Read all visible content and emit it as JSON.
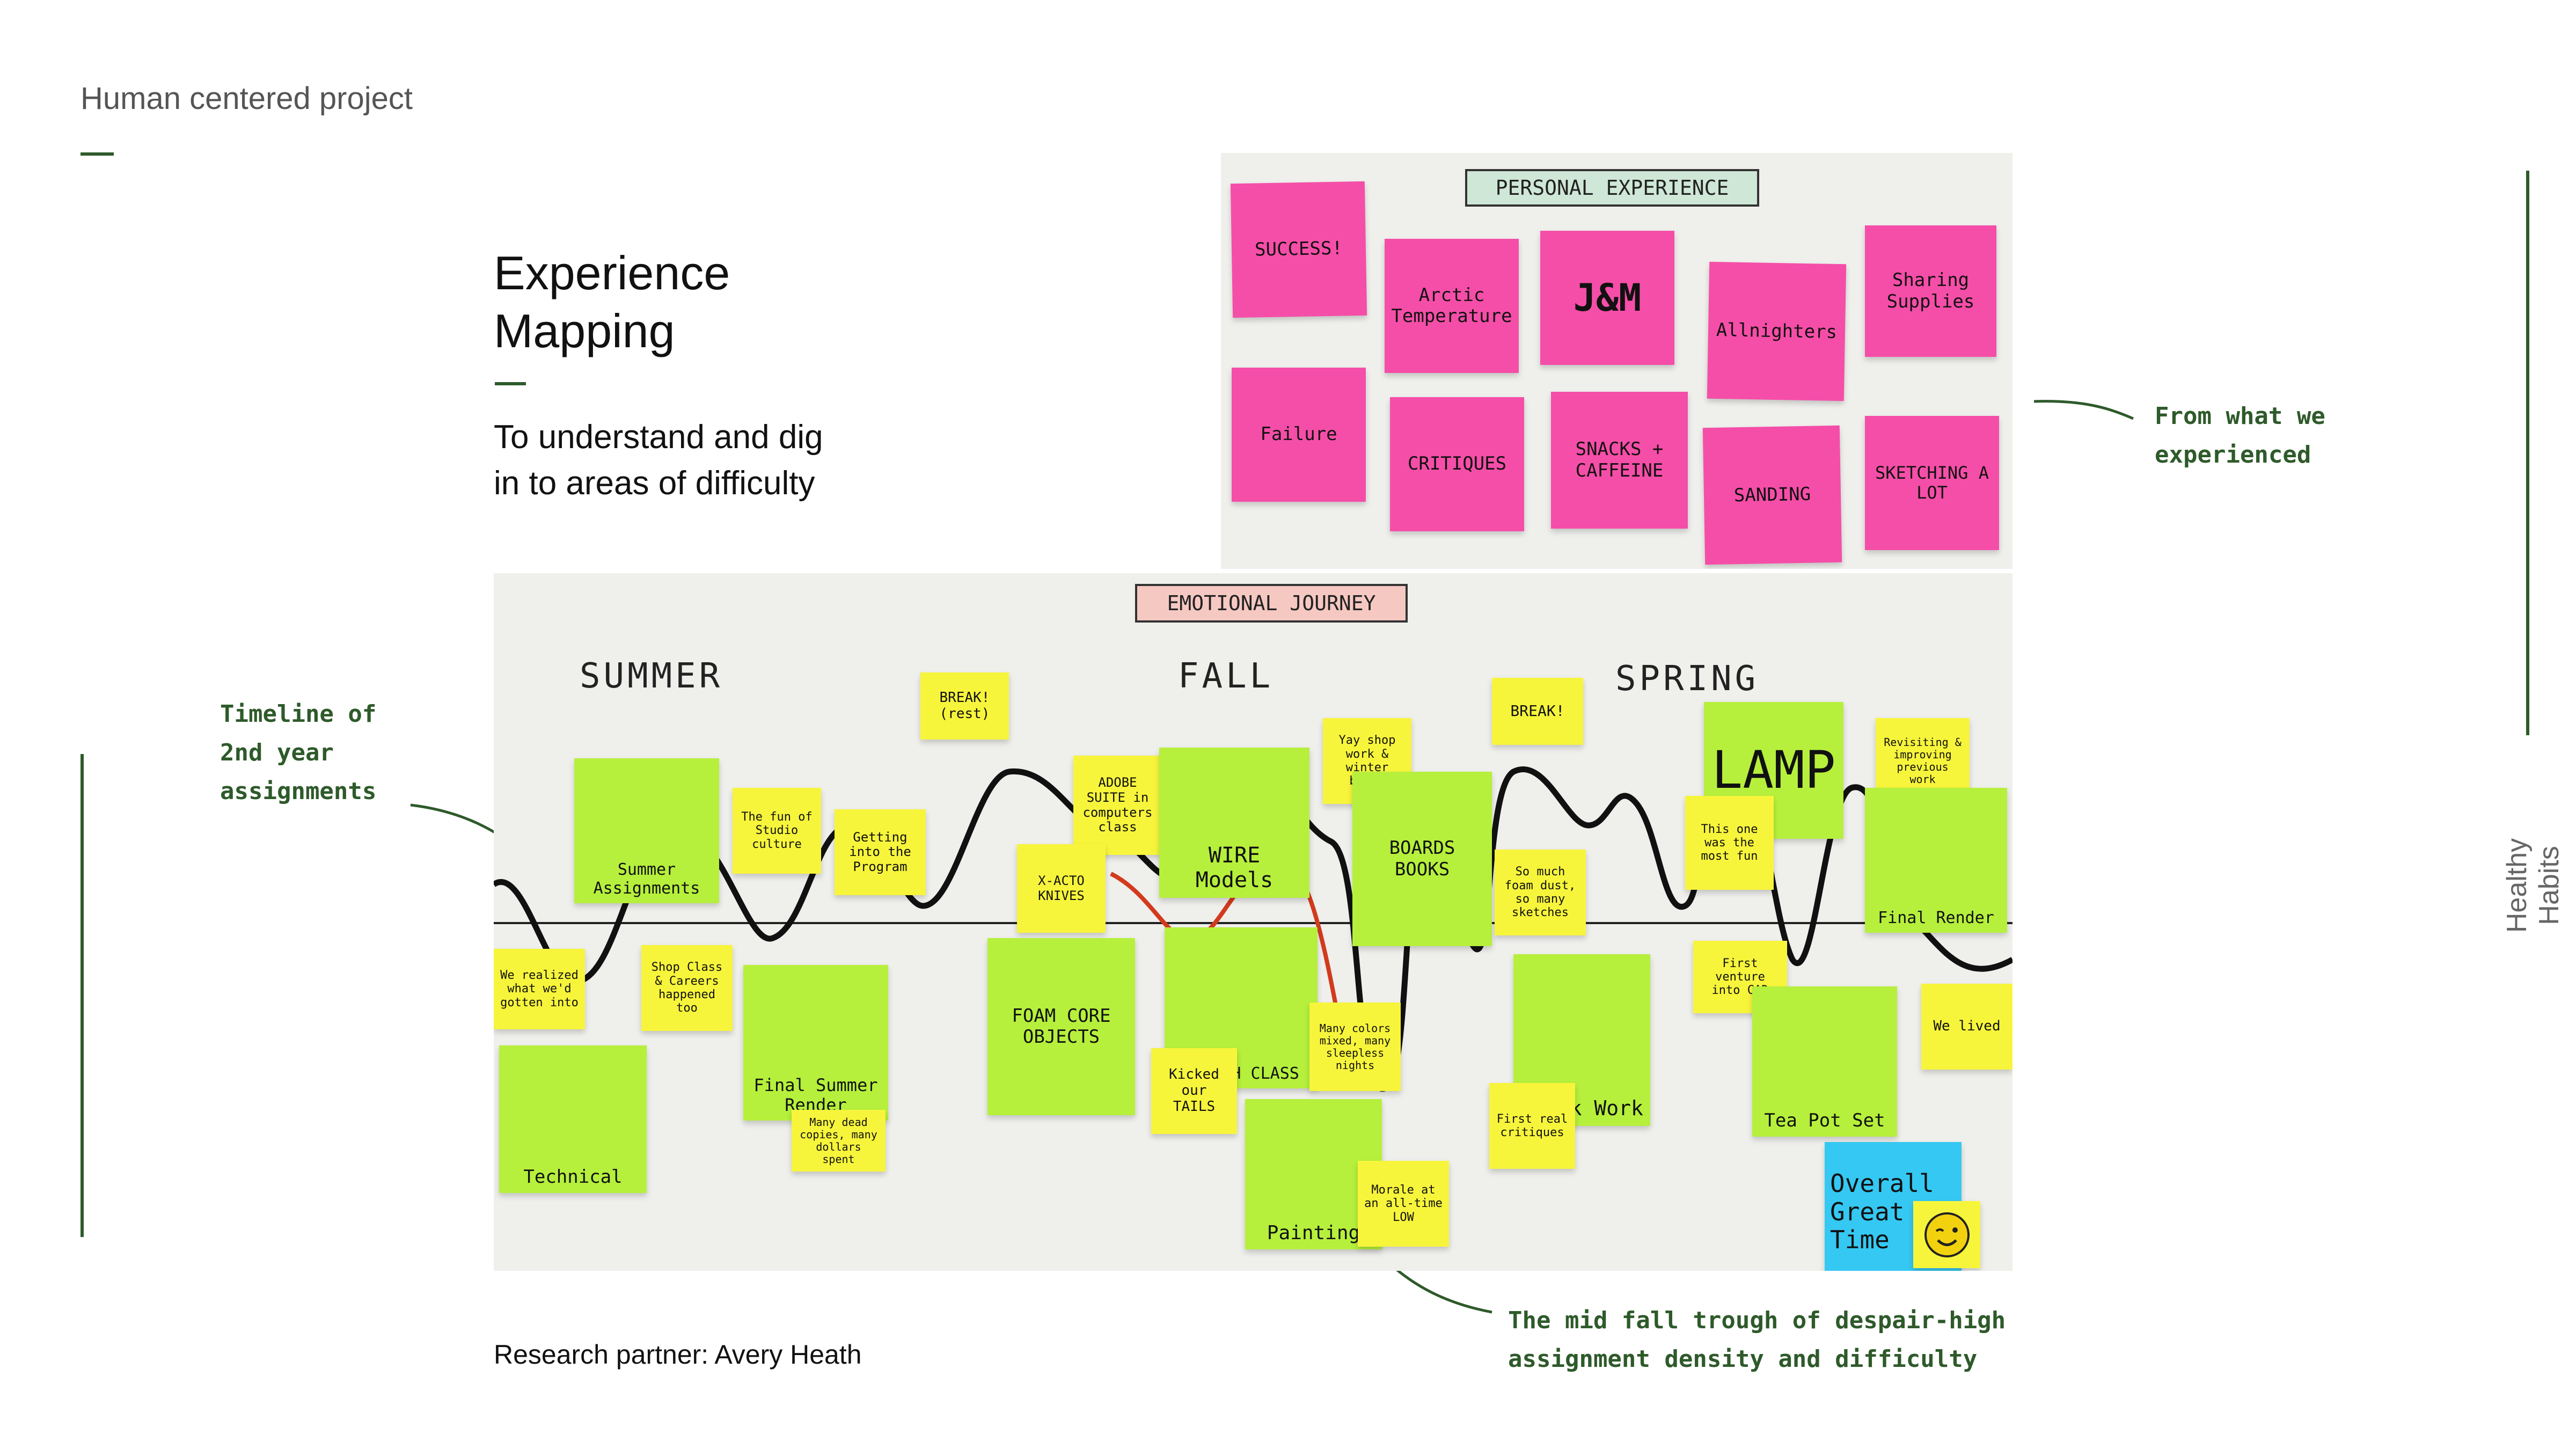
{
  "header": {
    "project_label": "Human centered project"
  },
  "intro": {
    "title_line1": "Experience",
    "title_line2": "Mapping",
    "subtitle_line1": "To understand and dig",
    "subtitle_line2": "in to areas of difficulty"
  },
  "sidebar": {
    "vertical_label": "Healthy Habits"
  },
  "annotations": {
    "from_experience_line1": "From what we",
    "from_experience_line2": "experienced",
    "timeline_line1": "Timeline of",
    "timeline_line2": "2nd year",
    "timeline_line3": "assignments",
    "trough_line1": "The mid fall trough of despair-high",
    "trough_line2": "assignment density and difficulty"
  },
  "footer": {
    "research_partner": "Research partner: Avery Heath"
  },
  "personal_board": {
    "banner": "PERSONAL EXPERIENCE",
    "notes": [
      "SUCCESS!",
      "Arctic Temperature",
      "J&M",
      "Allnighters",
      "Sharing Supplies",
      "Failure",
      "CRITIQUES",
      "SNACKS + CAFFEINE",
      "SANDING",
      "SKETCHING A LOT"
    ]
  },
  "journey_board": {
    "banner": "EMOTIONAL JOURNEY",
    "seasons": [
      "SUMMER",
      "FALL",
      "SPRING"
    ],
    "notes": {
      "summer": "Summer Assignments",
      "realized": "We realized what we'd gotten into",
      "technical": "Technical",
      "shop": "Shop Class & Careers happened too",
      "final_summer": "Final Summer Render",
      "studio": "The fun of Studio culture",
      "getting_into": "Getting into the Program",
      "dead_copies": "Many dead copies, many dollars spent",
      "break1": "BREAK! (rest)",
      "adobe": "ADOBE SUITE in computers class",
      "xacto": "X-ACTO KNIVES",
      "wire": "WIRE Models",
      "foam": "FOAM CORE OBJECTS",
      "sketch_class": "SKETCH CLASS",
      "tails": "Kicked our TAILS",
      "yay_shop": "Yay shop work & winter break",
      "boards": "BOARDS BOOKS",
      "many_colors": "Many colors mixed, many sleepless nights",
      "painting": "Painting",
      "morale": "Morale at an all-time LOW",
      "break2": "BREAK!",
      "foam_dust": "So much foam dust, so many sketches",
      "clock": "Clock Work",
      "first_crit": "First real critiques",
      "lamp": "LAMP",
      "most_fun": "This one was the most fun",
      "revisit": "Revisiting & improving previous work",
      "final_render": "Final Render",
      "cad": "First venture into CAD",
      "teapot": "Tea Pot Set",
      "we_lived": "We lived",
      "overall": "Overall Great Time"
    }
  }
}
